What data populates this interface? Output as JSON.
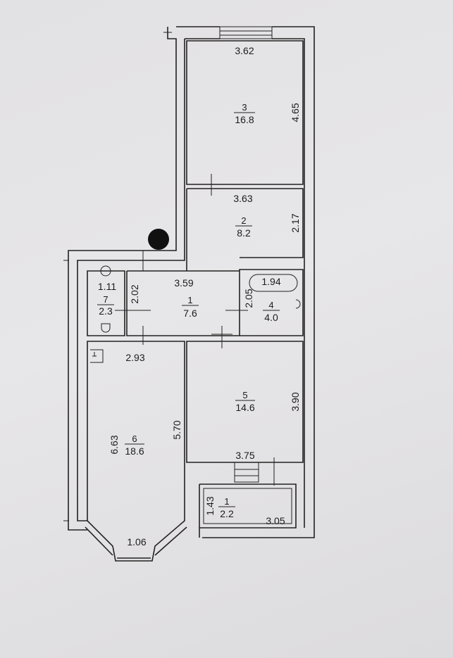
{
  "rooms": {
    "r1": {
      "number": "1",
      "area": "7.6"
    },
    "r2": {
      "number": "2",
      "area": "8.2"
    },
    "r3": {
      "number": "3",
      "area": "16.8"
    },
    "r4": {
      "number": "4",
      "area": "4.0"
    },
    "r5": {
      "number": "5",
      "area": "14.6"
    },
    "r6": {
      "number": "6",
      "area": "18.6"
    },
    "r7": {
      "number": "7",
      "area": "2.3"
    },
    "balcony": {
      "number": "1",
      "area": "2.2"
    }
  },
  "dimensions": {
    "r3_width": "3.62",
    "r3_length": "4.65",
    "r2_width": "3.63",
    "r2_length": "2.17",
    "hall_width": "3.59",
    "hall_length": "2.02",
    "bath_width": "1.94",
    "bath_length": "2.05",
    "wc_width": "1.11",
    "r6_width": "2.93",
    "r6_length": "5.70",
    "r6_total": "6.63",
    "bay_width": "1.06",
    "r5_width": "3.75",
    "r5_length": "3.90",
    "balcony_width": "3.05",
    "balcony_length": "1.43"
  },
  "colors": {
    "line": "#222222",
    "paper": "#e4e3e5",
    "riser": "#111111"
  }
}
